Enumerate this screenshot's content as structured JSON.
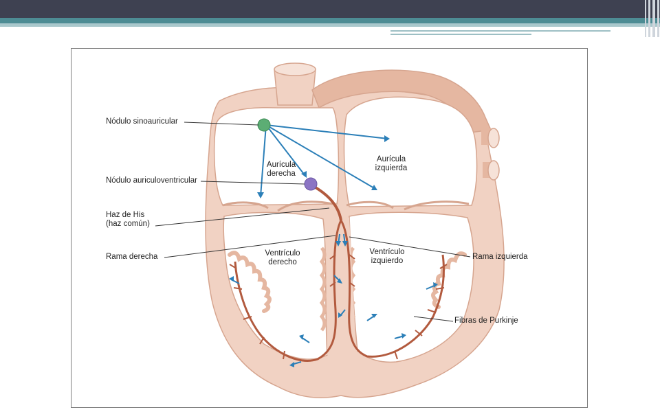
{
  "diagram": {
    "labels": {
      "sa_node": "Nódulo sinoauricular",
      "av_node": "Nódulo auriculoventricular",
      "his_line1": "Haz de His",
      "his_line2": "(haz común)",
      "right_branch": "Rama derecha",
      "left_branch": "Rama izquierda",
      "purkinje": "Fibras de Purkinje",
      "right_atrium_l1": "Aurícula",
      "right_atrium_l2": "derecha",
      "left_atrium_l1": "Aurícula",
      "left_atrium_l2": "izquierda",
      "right_ventricle_l1": "Ventrículo",
      "right_ventricle_l2": "derecho",
      "left_ventricle_l1": "Ventrículo",
      "left_ventricle_l2": "izquierdo"
    },
    "colors": {
      "tissue": "#f1d2c3",
      "tissue_dark": "#e5b7a1",
      "outline": "#d6a58f",
      "conduction": "#b25a3e",
      "arrow": "#2b7fb8",
      "sa_node": "#5cad74",
      "av_node": "#8b74c4"
    }
  }
}
